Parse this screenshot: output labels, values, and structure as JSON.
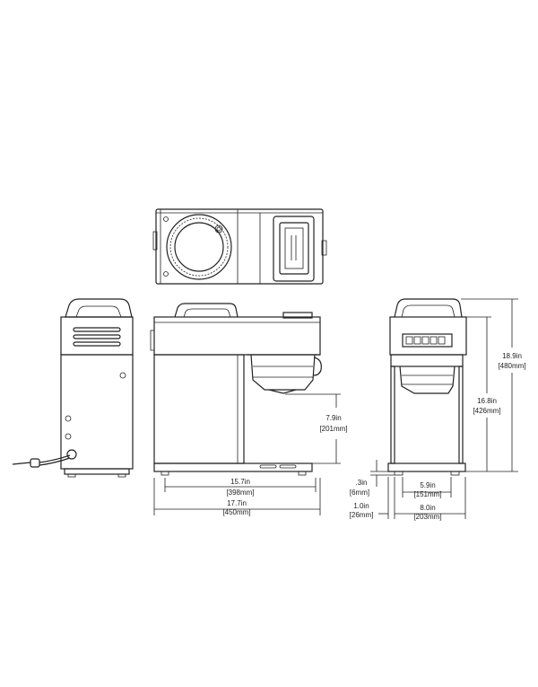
{
  "dimensions": {
    "width_inner": {
      "imperial": "15.7in",
      "metric": "[398mm]"
    },
    "width_outer": {
      "imperial": "17.7in",
      "metric": "[450mm]"
    },
    "clearance_height": {
      "imperial": "7.9in",
      "metric": "[201mm]"
    },
    "total_height": {
      "imperial": "18.9in",
      "metric": "[480mm]"
    },
    "body_height": {
      "imperial": "16.8in",
      "metric": "[426mm]"
    },
    "foot_height": {
      "imperial": ".3in",
      "metric": "[6mm]"
    },
    "base_inset": {
      "imperial": "1.0in",
      "metric": "[26mm]"
    },
    "foot_spacing": {
      "imperial": "5.9in",
      "metric": "[151mm]"
    },
    "base_width": {
      "imperial": "8.0in",
      "metric": "[203mm]"
    }
  }
}
